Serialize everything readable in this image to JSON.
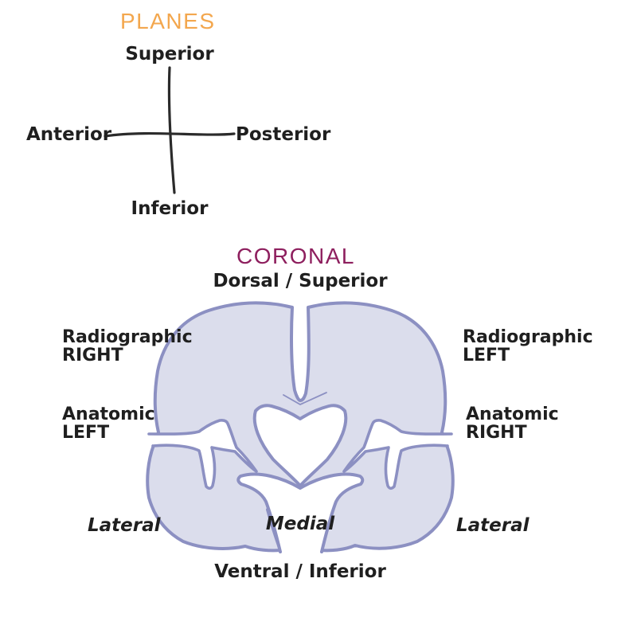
{
  "page": {
    "background": "#FFFFFF",
    "text_color": "#1F1F1F"
  },
  "planes": {
    "title": "PLANES",
    "title_color": "#F3A74E",
    "cross_color": "#2B2B2B",
    "axis_top": "Superior",
    "axis_left": "Anterior",
    "axis_right": "Posterior",
    "axis_bottom": "Inferior"
  },
  "coronal": {
    "title": "CORONAL",
    "title_color": "#8E1F5E",
    "label_top": "Dorsal / Superior",
    "label_bottom": "Ventral / Inferior",
    "left_side": {
      "radiographic": {
        "line1": "Radiographic",
        "line2": "RIGHT"
      },
      "anatomic": {
        "line1": "Anatomic",
        "line2": "LEFT"
      }
    },
    "right_side": {
      "radiographic": {
        "line1": "Radiographic",
        "line2": "LEFT"
      },
      "anatomic": {
        "line1": "Anatomic",
        "line2": "RIGHT"
      }
    },
    "label_lateral_left": "Lateral",
    "label_medial": "Medial",
    "label_lateral_right": "Lateral",
    "brain": {
      "fill": "#DBDDEC",
      "stroke": "#8C90C2"
    }
  }
}
